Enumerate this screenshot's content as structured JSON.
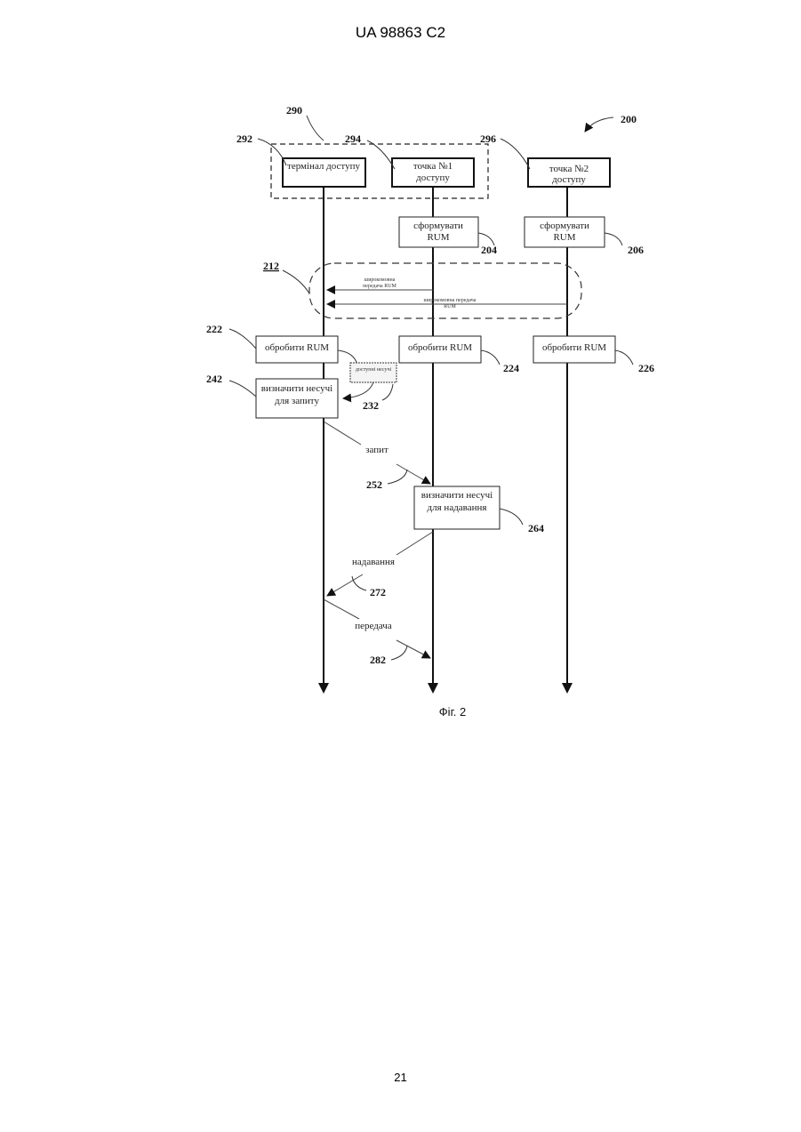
{
  "header": "UA   98863   C2",
  "figure": {
    "caption": "Фіг. 2",
    "ref_top": "200",
    "group_ref": "290",
    "entities": [
      {
        "ref": "292",
        "label": "термінал доступу"
      },
      {
        "ref": "294",
        "label_line1": "точка №1",
        "label_line2": "доступу"
      },
      {
        "ref": "296",
        "label_line1": "точка №2",
        "label_line2": "доступу"
      }
    ],
    "form_rum": [
      {
        "ref": "204",
        "label_line1": "сформувати",
        "label_line2": "RUM"
      },
      {
        "ref": "206",
        "label_line1": "сформувати",
        "label_line2": "RUM"
      }
    ],
    "broadcast": {
      "ref": "212",
      "msg1_line1": "широкомовна",
      "msg1_line2": "передача RUM",
      "msg2_line1": "широкомовна передача",
      "msg2_line2": "RUM"
    },
    "process_rum": [
      {
        "ref": "222",
        "label": "обробити RUM"
      },
      {
        "ref": "224",
        "label": "обробити RUM"
      },
      {
        "ref": "226",
        "label": "обробити RUM"
      }
    ],
    "carriers_note": {
      "ref": "232",
      "label": "доступні несучі"
    },
    "determine_request": {
      "ref": "242",
      "label_line1": "визначити несучі",
      "label_line2": "для запиту"
    },
    "request": {
      "ref": "252",
      "label": "запит"
    },
    "determine_grant": {
      "ref": "264",
      "label_line1": "визначити несучі",
      "label_line2": "для надавання"
    },
    "grant": {
      "ref": "272",
      "label": "надавання"
    },
    "transmission": {
      "ref": "282",
      "label": "передача"
    }
  },
  "page_number": "21"
}
